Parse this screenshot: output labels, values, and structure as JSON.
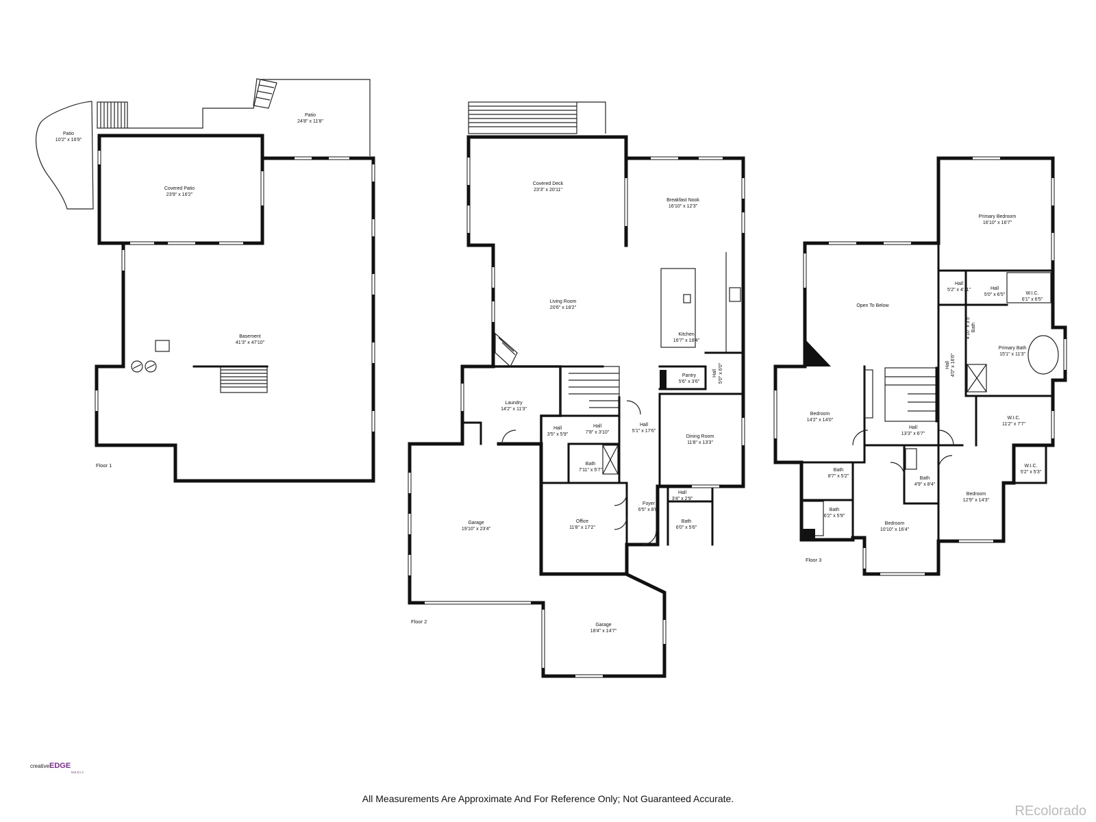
{
  "floors": [
    {
      "id": "floor-1",
      "label": "Floor 1",
      "rooms": [
        {
          "name": "Patio",
          "dims": "10'2\" x 16'9\""
        },
        {
          "name": "Patio",
          "dims": "24'8\" x 11'8\""
        },
        {
          "name": "Covered Patio",
          "dims": "23'9\" x 16'2\""
        },
        {
          "name": "Basement",
          "dims": "41'3\" x 47'10\""
        }
      ]
    },
    {
      "id": "floor-2",
      "label": "Floor 2",
      "rooms": [
        {
          "name": "Covered Deck",
          "dims": "23'3\" x 20'11\""
        },
        {
          "name": "Breakfast Nook",
          "dims": "16'10\" x 12'3\""
        },
        {
          "name": "Living Room",
          "dims": "20'6\" x 18'2\""
        },
        {
          "name": "Kitchen",
          "dims": "16'7\" x 18'4\""
        },
        {
          "name": "Pantry",
          "dims": "5'6\" x 3'6\""
        },
        {
          "name": "Hall",
          "dims": "5'0\" x 6'0\""
        },
        {
          "name": "Laundry",
          "dims": "14'2\" x 11'3\""
        },
        {
          "name": "Hall",
          "dims": "3'5\" x 5'9\""
        },
        {
          "name": "Hall",
          "dims": "7'8\" x 3'10\""
        },
        {
          "name": "Hall",
          "dims": "5'1\" x 17'6\""
        },
        {
          "name": "Dining Room",
          "dims": "11'8\" x 13'3\""
        },
        {
          "name": "Bath",
          "dims": "7'11\" x 5'7\""
        },
        {
          "name": "Hall",
          "dims": "3'4\" x 2'9\""
        },
        {
          "name": "Foyer",
          "dims": "6'5\" x 8'8\""
        },
        {
          "name": "Bath",
          "dims": "6'0\" x 5'6\""
        },
        {
          "name": "Office",
          "dims": "11'8\" x 17'2\""
        },
        {
          "name": "Garage",
          "dims": "19'10\" x 23'4\""
        },
        {
          "name": "Garage",
          "dims": "18'4\" x 14'7\""
        }
      ]
    },
    {
      "id": "floor-3",
      "label": "Floor 3",
      "rooms": [
        {
          "name": "Primary Bedroom",
          "dims": "16'10\" x 16'7\""
        },
        {
          "name": "Open To Below",
          "dims": ""
        },
        {
          "name": "Hall",
          "dims": "5'2\" x 4'11\""
        },
        {
          "name": "Hall",
          "dims": "5'0\" x 6'5\""
        },
        {
          "name": "W.I.C.",
          "dims": "6'1\" x 6'5\""
        },
        {
          "name": "Bath",
          "dims": "4'10\" x 3'5\""
        },
        {
          "name": "Primary Bath",
          "dims": "15'1\" x 11'3\""
        },
        {
          "name": "Hall",
          "dims": "4'0\" x 16'6\""
        },
        {
          "name": "W.I.C.",
          "dims": "11'2\" x 7'7\""
        },
        {
          "name": "Bedroom",
          "dims": "14'2\" x 14'0\""
        },
        {
          "name": "Hall",
          "dims": "13'3\" x 6'7\""
        },
        {
          "name": "Bath",
          "dims": "8'7\" x 5'2\""
        },
        {
          "name": "Bath",
          "dims": "4'9\" x 8'4\""
        },
        {
          "name": "W.I.C.",
          "dims": "5'2\" x 5'3\""
        },
        {
          "name": "Bedroom",
          "dims": "12'9\" x 14'3\""
        },
        {
          "name": "Bath",
          "dims": "6'2\" x 5'9\""
        },
        {
          "name": "Bedroom",
          "dims": "10'10\" x 16'4\""
        }
      ]
    }
  ],
  "disclaimer": "All Measurements Are Approximate And For Reference Only; Not Guaranteed Accurate.",
  "logo": {
    "prefix": "creative",
    "brand": "EDGE",
    "suffix": "MEDIA",
    "brand_color": "#7b2c8f"
  },
  "watermark": "REcolorado"
}
